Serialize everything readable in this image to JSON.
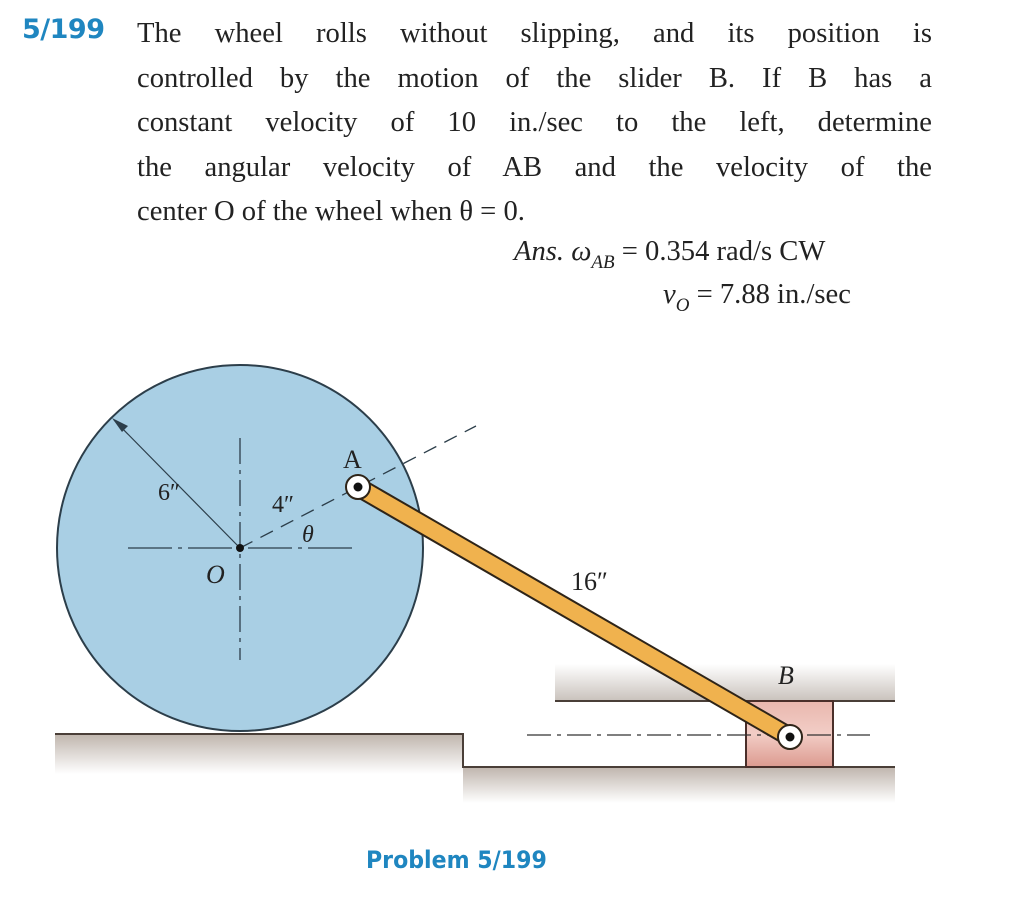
{
  "problem": {
    "number": "5/199",
    "text_lines": [
      "The wheel rolls without slipping, and its position is",
      "controlled by the motion of the slider B. If B has a",
      "constant velocity of 10 in./sec to the left, determine",
      "the angular velocity of AB and the velocity of the",
      "center O of the wheel when θ = 0."
    ],
    "answer": {
      "prefix": "Ans.",
      "omega_symbol": "ω",
      "omega_sub": "AB",
      "omega_value": "= 0.354 rad/s CW",
      "v_symbol": "v",
      "v_sub": "O",
      "v_value": "= 7.88 in./sec"
    }
  },
  "figure": {
    "labels": {
      "wheel_radius": "6″",
      "crank_radius": "4″",
      "angle": "θ",
      "center": "O",
      "point_a": "A",
      "point_b": "B",
      "link_length": "16″"
    },
    "colors": {
      "wheel": "#a9cfe4",
      "link": "#f0b24e",
      "slider": "#dfa096",
      "ground": "#c4bcb5",
      "accent": "#1f86c0"
    },
    "caption": "Problem 5/199"
  }
}
